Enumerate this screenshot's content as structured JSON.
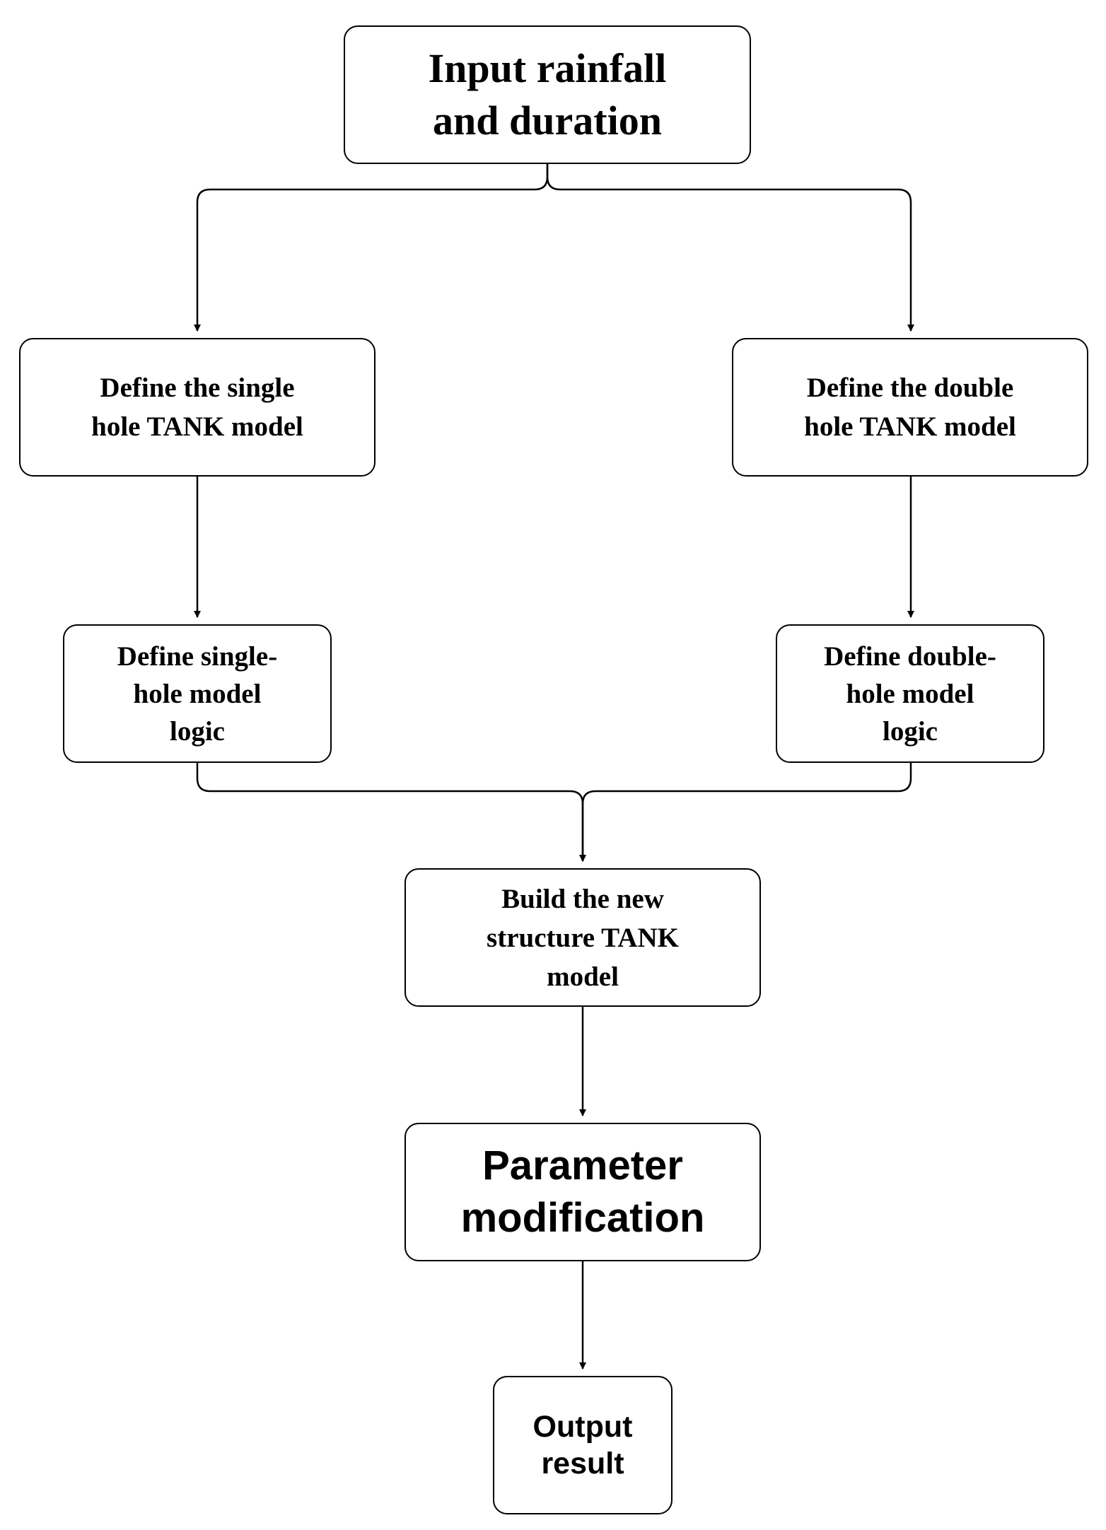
{
  "nodes": {
    "input": {
      "label": "Input rainfall\nand duration"
    },
    "single_def": {
      "label": "Define the single\nhole TANK model"
    },
    "double_def": {
      "label": "Define the double\nhole TANK model"
    },
    "single_logic": {
      "label": "Define single-\nhole model\nlogic"
    },
    "double_logic": {
      "label": "Define double-\nhole model\nlogic"
    },
    "build": {
      "label": "Build the new\nstructure TANK\nmodel"
    },
    "param": {
      "label": "Parameter\nmodification"
    },
    "output": {
      "label": "Output\nresult"
    }
  },
  "edges": [
    {
      "from": "input",
      "to": "single_def"
    },
    {
      "from": "input",
      "to": "double_def"
    },
    {
      "from": "single_def",
      "to": "single_logic"
    },
    {
      "from": "double_def",
      "to": "double_logic"
    },
    {
      "from": "single_logic",
      "to": "build"
    },
    {
      "from": "double_logic",
      "to": "build"
    },
    {
      "from": "build",
      "to": "param"
    },
    {
      "from": "param",
      "to": "output"
    }
  ],
  "colors": {
    "stroke": "#000000",
    "background": "#ffffff"
  }
}
